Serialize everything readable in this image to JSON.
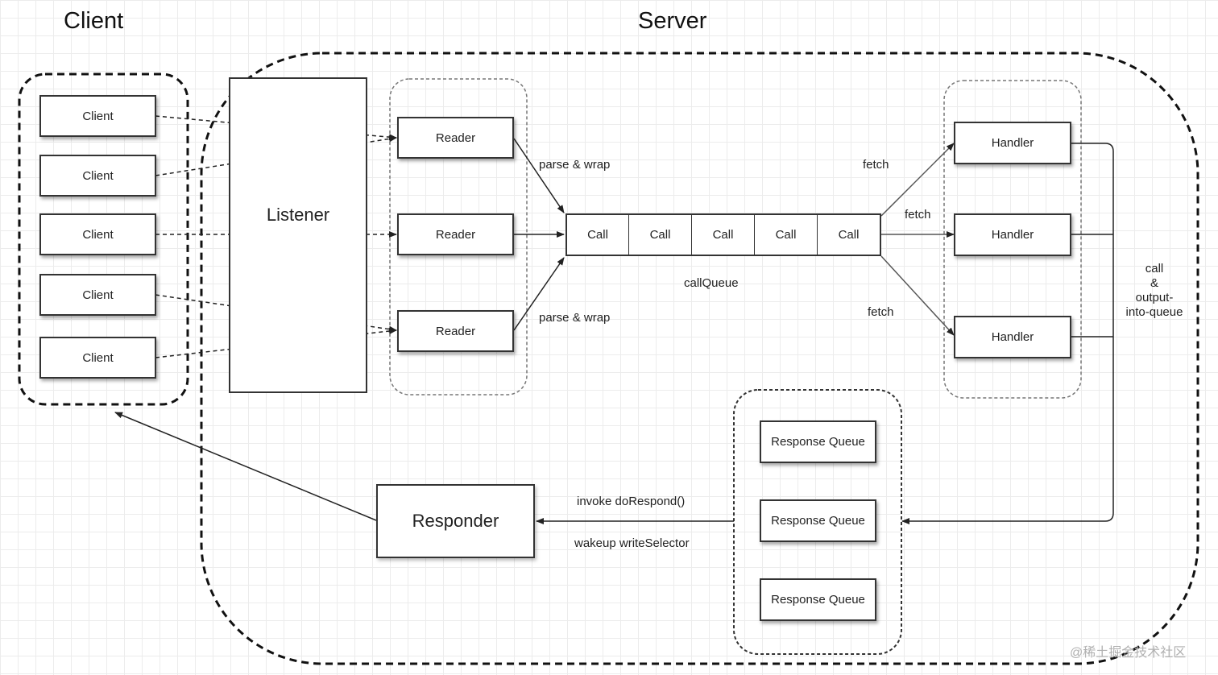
{
  "titles": {
    "client": "Client",
    "server": "Server"
  },
  "clients": [
    "Client",
    "Client",
    "Client",
    "Client",
    "Client"
  ],
  "listener": "Listener",
  "readers": [
    "Reader",
    "Reader",
    "Reader"
  ],
  "calls": [
    "Call",
    "Call",
    "Call",
    "Call",
    "Call"
  ],
  "handlers": [
    "Handler",
    "Handler",
    "Handler"
  ],
  "response_queues": [
    "Response Queue",
    "Response Queue",
    "Response Queue"
  ],
  "responder": "Responder",
  "labels": {
    "parse_wrap_top": "parse & wrap",
    "parse_wrap_bottom": "parse & wrap",
    "call_queue": "callQueue",
    "fetch_top": "fetch",
    "fetch_middle": "fetch",
    "fetch_bottom": "fetch",
    "call_line1": "call",
    "call_line2": "&",
    "call_line3": "output-",
    "call_line4": "into-queue",
    "invoke": "invoke doRespond()",
    "wakeup": "wakeup writeSelector"
  },
  "watermark": "@稀土掘金技术社区"
}
